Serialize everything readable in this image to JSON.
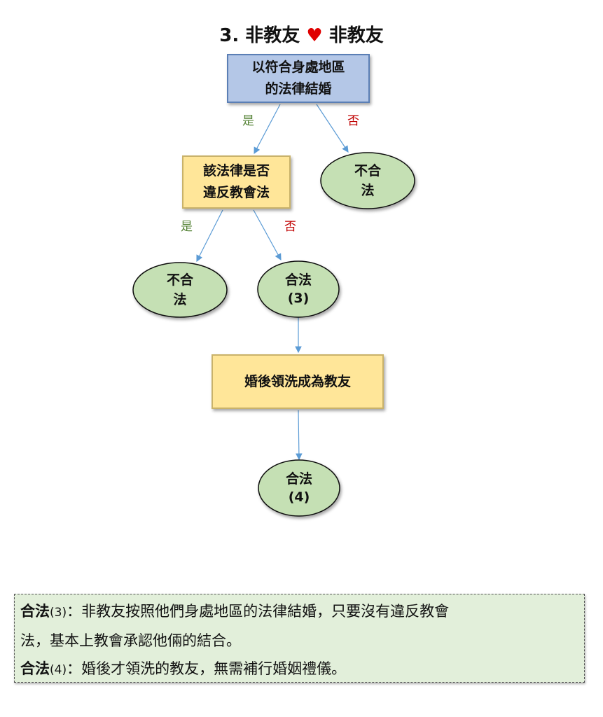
{
  "title": {
    "prefix": "3. 非教友",
    "heart": "♥",
    "suffix": "非教友"
  },
  "nodes": {
    "q1": "以符合身處地區\n的法律結婚",
    "q1_line1": "以符合身處地區",
    "q1_line2": "的法律結婚",
    "q2_line1": "該法律是否",
    "q2_line2": "違反教會法",
    "illegal1_line1": "不合",
    "illegal1_line2": "法",
    "illegal2_line1": "不合",
    "illegal2_line2": "法",
    "legal3_line1": "合法",
    "legal3_line2": "(3)",
    "action": "婚後領洗成為教友",
    "legal4_line1": "合法",
    "legal4_line2": "(4)"
  },
  "edges": {
    "yes1": "是",
    "no1": "否",
    "yes2": "是",
    "no2": "否"
  },
  "note": {
    "l1_bold": "合法",
    "l1_num": "(3)",
    "l1_text": "：非教友按照他們身處地區的法律結婚，只要沒有違反教會",
    "l2_text": "法，基本上教會承認他倆的結合。",
    "l3_bold": "合法",
    "l3_num": "(4)",
    "l3_text": "：婚後才領洗的教友，無需補行婚姻禮儀。"
  },
  "colors": {
    "blue_box": "#b4c7e7",
    "yellow_box": "#ffe699",
    "ellipse": "#c5e0b4",
    "yes": "#548235",
    "no": "#c00000",
    "arrow": "#5b9bd5"
  }
}
